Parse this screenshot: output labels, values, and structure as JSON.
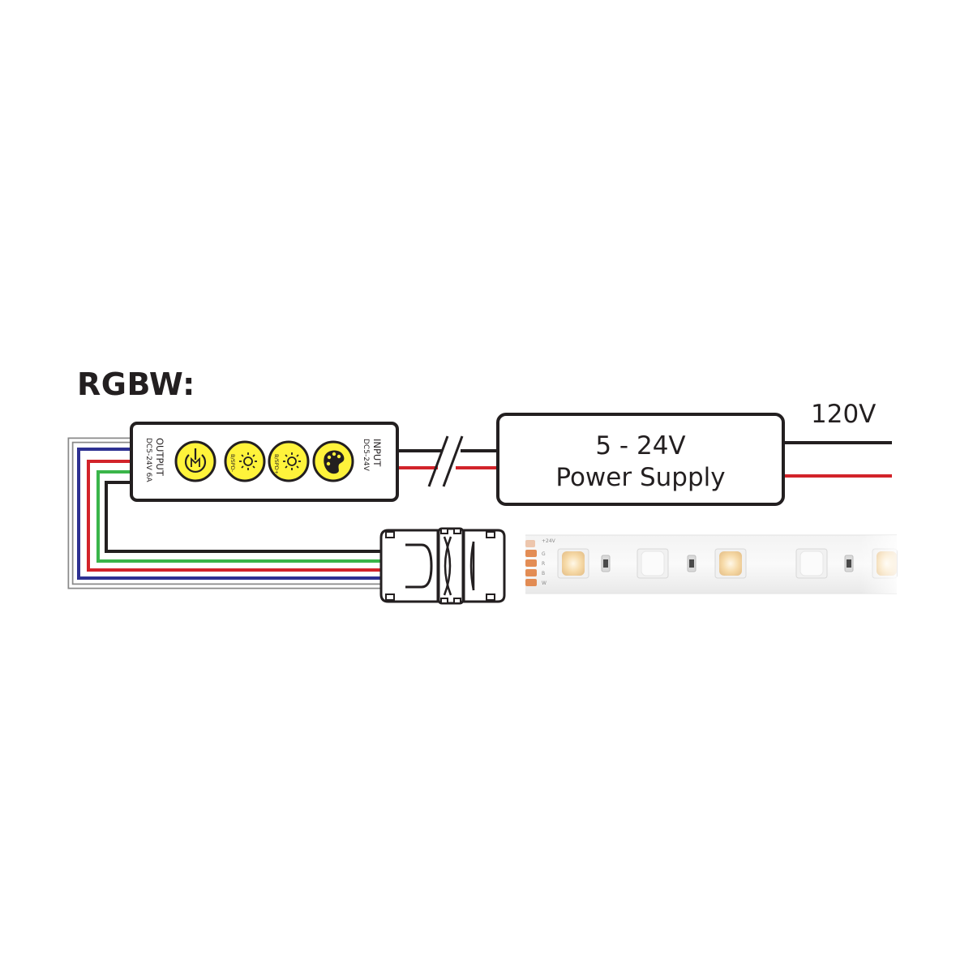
{
  "diagram": {
    "title": "RGBW:",
    "mains_label": "120V",
    "power_supply": {
      "line1": "5 - 24V",
      "line2": "Power Supply"
    },
    "controller": {
      "output_label": "OUTPUT",
      "output_spec": "DC5-24V 6A",
      "input_label": "INPUT",
      "input_spec": "DC5-24V",
      "buttons": [
        {
          "icon": "power-mode-icon",
          "label": ""
        },
        {
          "icon": "brightness-speed-down-icon",
          "label": "B/SPD-"
        },
        {
          "icon": "brightness-speed-up-icon",
          "label": "B/SPD+"
        },
        {
          "icon": "color-palette-icon",
          "label": ""
        }
      ]
    },
    "strip": {
      "pad_labels": [
        "+24V",
        "G",
        "R",
        "B",
        "W"
      ]
    },
    "colors": {
      "wire_black": "#231f20",
      "wire_red": "#d2232a",
      "wire_green": "#3ab54a",
      "wire_blue": "#2e3192",
      "wire_white_outline": "#9a9a9a",
      "button_yellow": "#fff33b",
      "pad_copper": "#e07b39"
    }
  }
}
